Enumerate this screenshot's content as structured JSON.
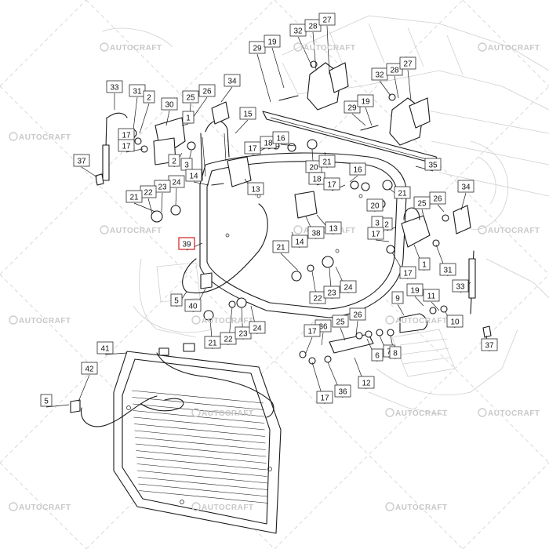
{
  "watermark": "AUTOCRAFT",
  "highlight_color": "#d21e1e",
  "callouts": [
    {
      "id": "c29a",
      "label": "29"
    },
    {
      "id": "c19a",
      "label": "19"
    },
    {
      "id": "c32a",
      "label": "32"
    },
    {
      "id": "c28a",
      "label": "28"
    },
    {
      "id": "c27a",
      "label": "27"
    },
    {
      "id": "c34a",
      "label": "34"
    },
    {
      "id": "c15",
      "label": "15"
    },
    {
      "id": "c33a",
      "label": "33"
    },
    {
      "id": "c31a",
      "label": "31"
    },
    {
      "id": "c2a",
      "label": "2"
    },
    {
      "id": "c30",
      "label": "30"
    },
    {
      "id": "c25a",
      "label": "25"
    },
    {
      "id": "c26a",
      "label": "26"
    },
    {
      "id": "c1a",
      "label": "1"
    },
    {
      "id": "c17a",
      "label": "17"
    },
    {
      "id": "c17b",
      "label": "17"
    },
    {
      "id": "c2b",
      "label": "2"
    },
    {
      "id": "c3a",
      "label": "3"
    },
    {
      "id": "c37a",
      "label": "37"
    },
    {
      "id": "c14a",
      "label": "14"
    },
    {
      "id": "c24a",
      "label": "24"
    },
    {
      "id": "c23a",
      "label": "23"
    },
    {
      "id": "c22a",
      "label": "22"
    },
    {
      "id": "c21a",
      "label": "21"
    },
    {
      "id": "c13a",
      "label": "13"
    },
    {
      "id": "c17c",
      "label": "17"
    },
    {
      "id": "c18a",
      "label": "18"
    },
    {
      "id": "c16a",
      "label": "16"
    },
    {
      "id": "c20a",
      "label": "20"
    },
    {
      "id": "c21b",
      "label": "21"
    },
    {
      "id": "c16b",
      "label": "16"
    },
    {
      "id": "c35",
      "label": "35"
    },
    {
      "id": "c32b",
      "label": "32"
    },
    {
      "id": "c28b",
      "label": "28"
    },
    {
      "id": "c27b",
      "label": "27"
    },
    {
      "id": "c29b",
      "label": "29"
    },
    {
      "id": "c19b",
      "label": "19"
    },
    {
      "id": "c18b",
      "label": "18"
    },
    {
      "id": "c17d",
      "label": "17"
    },
    {
      "id": "c20b",
      "label": "20"
    },
    {
      "id": "c21c",
      "label": "21"
    },
    {
      "id": "c26b",
      "label": "26"
    },
    {
      "id": "c34b",
      "label": "34"
    },
    {
      "id": "c25b",
      "label": "25"
    },
    {
      "id": "c2c",
      "label": "2"
    },
    {
      "id": "c3b",
      "label": "3"
    },
    {
      "id": "c17e",
      "label": "17"
    },
    {
      "id": "c38",
      "label": "38"
    },
    {
      "id": "c13b",
      "label": "13"
    },
    {
      "id": "c14b",
      "label": "14"
    },
    {
      "id": "c21d",
      "label": "21"
    },
    {
      "id": "c39",
      "label": "39"
    },
    {
      "id": "c1b",
      "label": "1"
    },
    {
      "id": "c31b",
      "label": "31"
    },
    {
      "id": "c33b",
      "label": "33"
    },
    {
      "id": "c17f",
      "label": "17"
    },
    {
      "id": "c5a",
      "label": "5"
    },
    {
      "id": "c40",
      "label": "40"
    },
    {
      "id": "c22b",
      "label": "22"
    },
    {
      "id": "c23b",
      "label": "23"
    },
    {
      "id": "c24b",
      "label": "24"
    },
    {
      "id": "c21e",
      "label": "21"
    },
    {
      "id": "c22c",
      "label": "22"
    },
    {
      "id": "c23c",
      "label": "23"
    },
    {
      "id": "c24c",
      "label": "24"
    },
    {
      "id": "c9",
      "label": "9"
    },
    {
      "id": "c19c",
      "label": "19"
    },
    {
      "id": "c11",
      "label": "11"
    },
    {
      "id": "c10",
      "label": "10"
    },
    {
      "id": "c36a",
      "label": "36"
    },
    {
      "id": "c25c",
      "label": "25"
    },
    {
      "id": "c26c",
      "label": "26"
    },
    {
      "id": "c17g",
      "label": "17"
    },
    {
      "id": "c7",
      "label": "7"
    },
    {
      "id": "c8",
      "label": "8"
    },
    {
      "id": "c6",
      "label": "6"
    },
    {
      "id": "c37b",
      "label": "37"
    },
    {
      "id": "c12",
      "label": "12"
    },
    {
      "id": "c17h",
      "label": "17"
    },
    {
      "id": "c36b",
      "label": "36"
    },
    {
      "id": "c41",
      "label": "41"
    },
    {
      "id": "c42",
      "label": "42"
    },
    {
      "id": "c5b",
      "label": "5"
    }
  ]
}
